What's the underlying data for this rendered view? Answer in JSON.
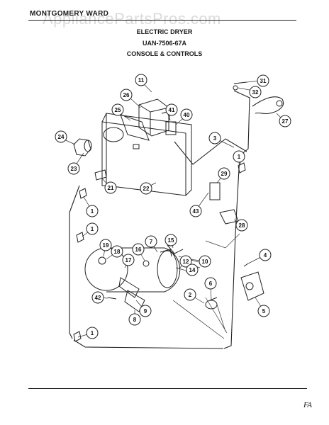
{
  "header": {
    "brand": "MONTGOMERY WARD",
    "product": "ELECTRIC DRYER",
    "model": "UAN-7506-67A",
    "section": "CONSOLE & CONTROLS"
  },
  "watermark": "AppliancePartsPros.com",
  "footer_mark": "FA",
  "callouts": [
    {
      "id": "c11",
      "label": "11"
    },
    {
      "id": "c31",
      "label": "31"
    },
    {
      "id": "c32",
      "label": "32"
    },
    {
      "id": "c26",
      "label": "26"
    },
    {
      "id": "c41",
      "label": "41"
    },
    {
      "id": "c40",
      "label": "40"
    },
    {
      "id": "c25",
      "label": "25"
    },
    {
      "id": "c27",
      "label": "27"
    },
    {
      "id": "c24",
      "label": "24"
    },
    {
      "id": "c3",
      "label": "3"
    },
    {
      "id": "c23",
      "label": "23"
    },
    {
      "id": "c1a",
      "label": "1"
    },
    {
      "id": "c29",
      "label": "29"
    },
    {
      "id": "c21",
      "label": "21"
    },
    {
      "id": "c22",
      "label": "22"
    },
    {
      "id": "c1b",
      "label": "1"
    },
    {
      "id": "c43",
      "label": "43"
    },
    {
      "id": "c28",
      "label": "28"
    },
    {
      "id": "c1c",
      "label": "1"
    },
    {
      "id": "c19",
      "label": "19"
    },
    {
      "id": "c7",
      "label": "7"
    },
    {
      "id": "c15",
      "label": "15"
    },
    {
      "id": "c18",
      "label": "18"
    },
    {
      "id": "c16",
      "label": "16"
    },
    {
      "id": "c17",
      "label": "17"
    },
    {
      "id": "c10",
      "label": "10"
    },
    {
      "id": "c12",
      "label": "12"
    },
    {
      "id": "c14",
      "label": "14"
    },
    {
      "id": "c4",
      "label": "4"
    },
    {
      "id": "c6",
      "label": "6"
    },
    {
      "id": "c2",
      "label": "2"
    },
    {
      "id": "c42",
      "label": "42"
    },
    {
      "id": "c9",
      "label": "9"
    },
    {
      "id": "c5",
      "label": "5"
    },
    {
      "id": "c8",
      "label": "8"
    },
    {
      "id": "c1d",
      "label": "1"
    }
  ]
}
